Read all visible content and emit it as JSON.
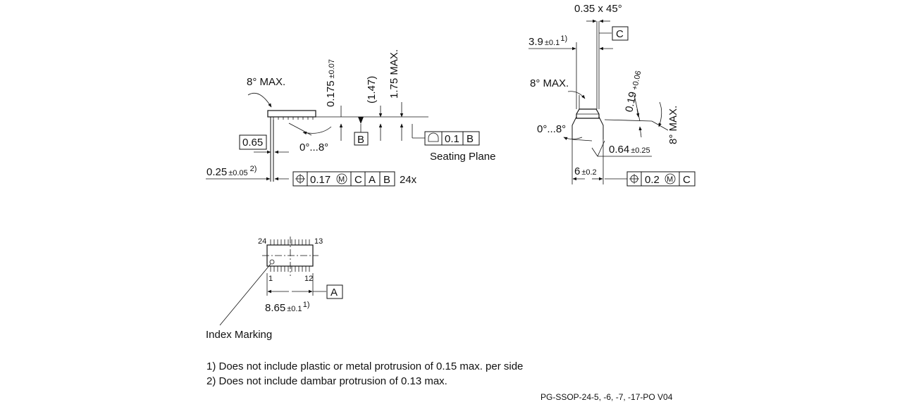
{
  "side_view": {
    "angle_top": "8° MAX.",
    "angle_bottom": "0°...8°",
    "dim_0175": "0.175",
    "dim_0175_tol": "±0.07",
    "dim_147": "(1.47)",
    "dim_175": "1.75 MAX.",
    "datum_b": "B",
    "pitch": "0.65",
    "lead_width": "0.25",
    "lead_width_tol": "±0.05",
    "lead_width_note": "2)",
    "fcf_position": "0.17",
    "fcf_m": "M",
    "fcf_c": "C",
    "fcf_a": "A",
    "fcf_b": "B",
    "fcf_count": "24x",
    "flatness_value": "0.1",
    "flatness_datum": "B",
    "seating_plane": "Seating Plane"
  },
  "end_view": {
    "chamfer": "0.35 x 45°",
    "datum_c": "C",
    "body_width": "3.9",
    "body_width_tol": "±0.1",
    "body_width_note": "1)",
    "angle_top": "8° MAX.",
    "angle_bottom": "0°...8°",
    "lead_thickness": "0.19",
    "lead_thickness_tol": "+0.06",
    "angle_side": "8° MAX.",
    "foot_length": "0.64",
    "foot_length_tol": "±0.25",
    "overall_width": "6",
    "overall_width_tol": "±0.2",
    "fcf_position": "0.2",
    "fcf_m": "M",
    "fcf_c": "C"
  },
  "top_view": {
    "pin_24": "24",
    "pin_13": "13",
    "pin_1": "1",
    "pin_12": "12",
    "datum_a": "A",
    "body_length": "8.65",
    "body_length_tol": "±0.1",
    "body_length_note": "1)",
    "index_marking": "Index Marking"
  },
  "notes": {
    "note1": "1) Does not include plastic or metal protrusion of 0.15 max. per side",
    "note2": "2) Does not include dambar protrusion of 0.13 max."
  },
  "drawing_id": "PG-SSOP-24-5, -6, -7, -17-PO   V04"
}
